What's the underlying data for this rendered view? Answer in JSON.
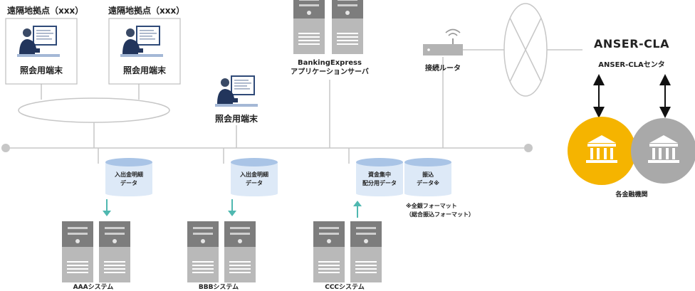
{
  "remote_site_1": {
    "title": "遠隔地拠点（xxx）",
    "terminal": "照会用端末"
  },
  "remote_site_2": {
    "title": "遠隔地拠点（xxx）",
    "terminal": "照会用端末"
  },
  "local_terminal": "照会用端末",
  "app_server": {
    "line1": "BankingExpress",
    "line2": "アプリケーションサーバ"
  },
  "router": "接続ルータ",
  "anser": {
    "title": "ANSER-CLA",
    "center": "ANSER-CLAセンタ",
    "banks": "各金融機関"
  },
  "aaa": {
    "db_line1": "入出金明細",
    "db_line2": "データ",
    "system": "AAAシステム"
  },
  "bbb": {
    "db_line1": "入出金明細",
    "db_line2": "データ",
    "system": "BBBシステム"
  },
  "ccc": {
    "db1_line1": "資金集中",
    "db1_line2": "配分用データ",
    "db2_line1": "振込",
    "db2_line2": "データ※",
    "note_line1": "※全銀フォーマット",
    "note_line2": "（総合振込フォーマット）",
    "system": "CCCシステム"
  },
  "colors": {
    "line": "#c7c7c7",
    "server_dark": "#7a7a7a",
    "server_light": "#b3b3b3",
    "db_fill": "#dde9f7",
    "db_top": "#a9c4e6",
    "arrow": "#4fb8b0",
    "bank_yellow": "#f5b400",
    "bank_gray": "#a9a9a9",
    "monitor": "#2f4a78"
  }
}
